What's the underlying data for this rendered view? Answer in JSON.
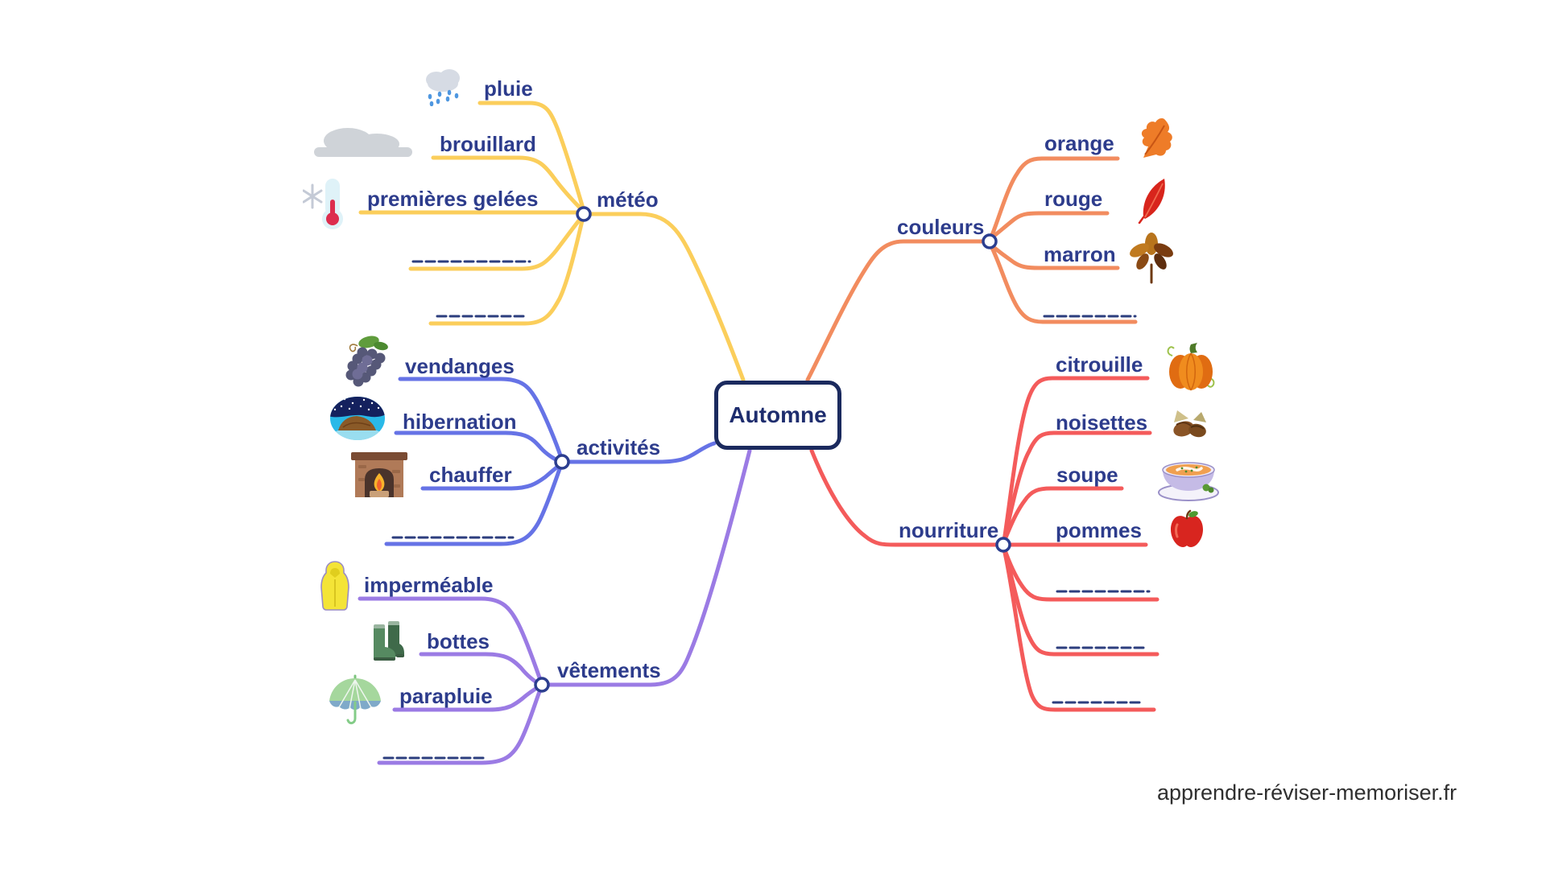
{
  "center": {
    "label": "Automne"
  },
  "branches": [
    {
      "id": "meteo",
      "label": "météo",
      "color": "#FBCE5B",
      "items": [
        {
          "label": "pluie",
          "icon": "rain-cloud-icon"
        },
        {
          "label": "brouillard",
          "icon": "fog-cloud-icon"
        },
        {
          "label": "premières gelées",
          "icon": "frost-thermometer-icon"
        },
        {
          "label": "",
          "blank": true
        },
        {
          "label": "",
          "blank": true
        }
      ]
    },
    {
      "id": "activites",
      "label": "activités",
      "color": "#6673E6",
      "items": [
        {
          "label": "vendanges",
          "icon": "grapes-icon"
        },
        {
          "label": "hibernation",
          "icon": "hibernation-icon"
        },
        {
          "label": "chauffer",
          "icon": "fireplace-icon"
        },
        {
          "label": "",
          "blank": true
        }
      ]
    },
    {
      "id": "vetements",
      "label": "vêtements",
      "color": "#9B7BE4",
      "items": [
        {
          "label": "imperméable",
          "icon": "raincoat-icon"
        },
        {
          "label": "bottes",
          "icon": "boots-icon"
        },
        {
          "label": "parapluie",
          "icon": "umbrella-icon"
        },
        {
          "label": "",
          "blank": true
        }
      ]
    },
    {
      "id": "couleurs",
      "label": "couleurs",
      "color": "#F28C5F",
      "items": [
        {
          "label": "orange",
          "icon": "orange-leaf-icon"
        },
        {
          "label": "rouge",
          "icon": "red-leaf-icon"
        },
        {
          "label": "marron",
          "icon": "brown-leaf-icon"
        },
        {
          "label": "",
          "blank": true
        }
      ]
    },
    {
      "id": "nourriture",
      "label": "nourriture",
      "color": "#F45B5B",
      "items": [
        {
          "label": "citrouille",
          "icon": "pumpkin-icon"
        },
        {
          "label": "noisettes",
          "icon": "nuts-icon"
        },
        {
          "label": "soupe",
          "icon": "soup-icon"
        },
        {
          "label": "pommes",
          "icon": "apple-icon"
        },
        {
          "label": "",
          "blank": true
        },
        {
          "label": "",
          "blank": true
        },
        {
          "label": "",
          "blank": true
        }
      ]
    }
  ],
  "colors": {
    "text_navy": "#2D3C8C",
    "center_border": "#1B2A5E",
    "blank_dash": "#2C3E7E"
  },
  "footer": {
    "website": "apprendre-réviser-memoriser.fr"
  }
}
